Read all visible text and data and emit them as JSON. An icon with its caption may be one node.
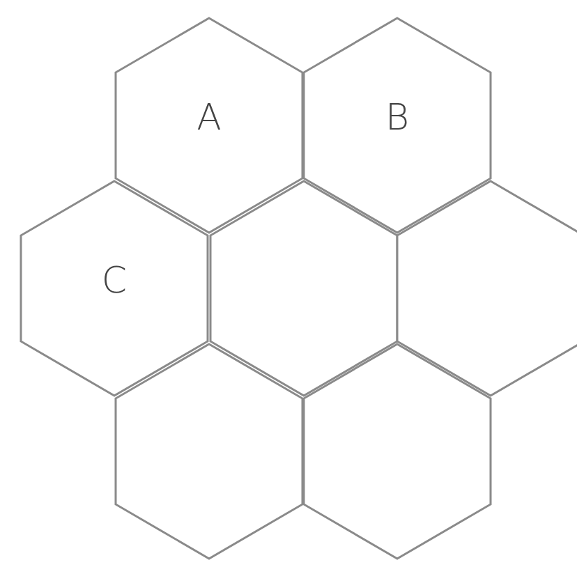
{
  "diagram": {
    "nodes": [
      {
        "text": [
          "A"
        ]
      },
      {
        "text": [
          "B"
        ]
      },
      {
        "text": [
          "C"
        ]
      },
      {
        "text": [],
        "shape": "hexagon"
      },
      {
        "text": [],
        "shape": "hexagon"
      },
      {
        "text": [],
        "shape": "hexagon"
      },
      {
        "text": [],
        "shape": "hexagon"
      }
    ]
  }
}
